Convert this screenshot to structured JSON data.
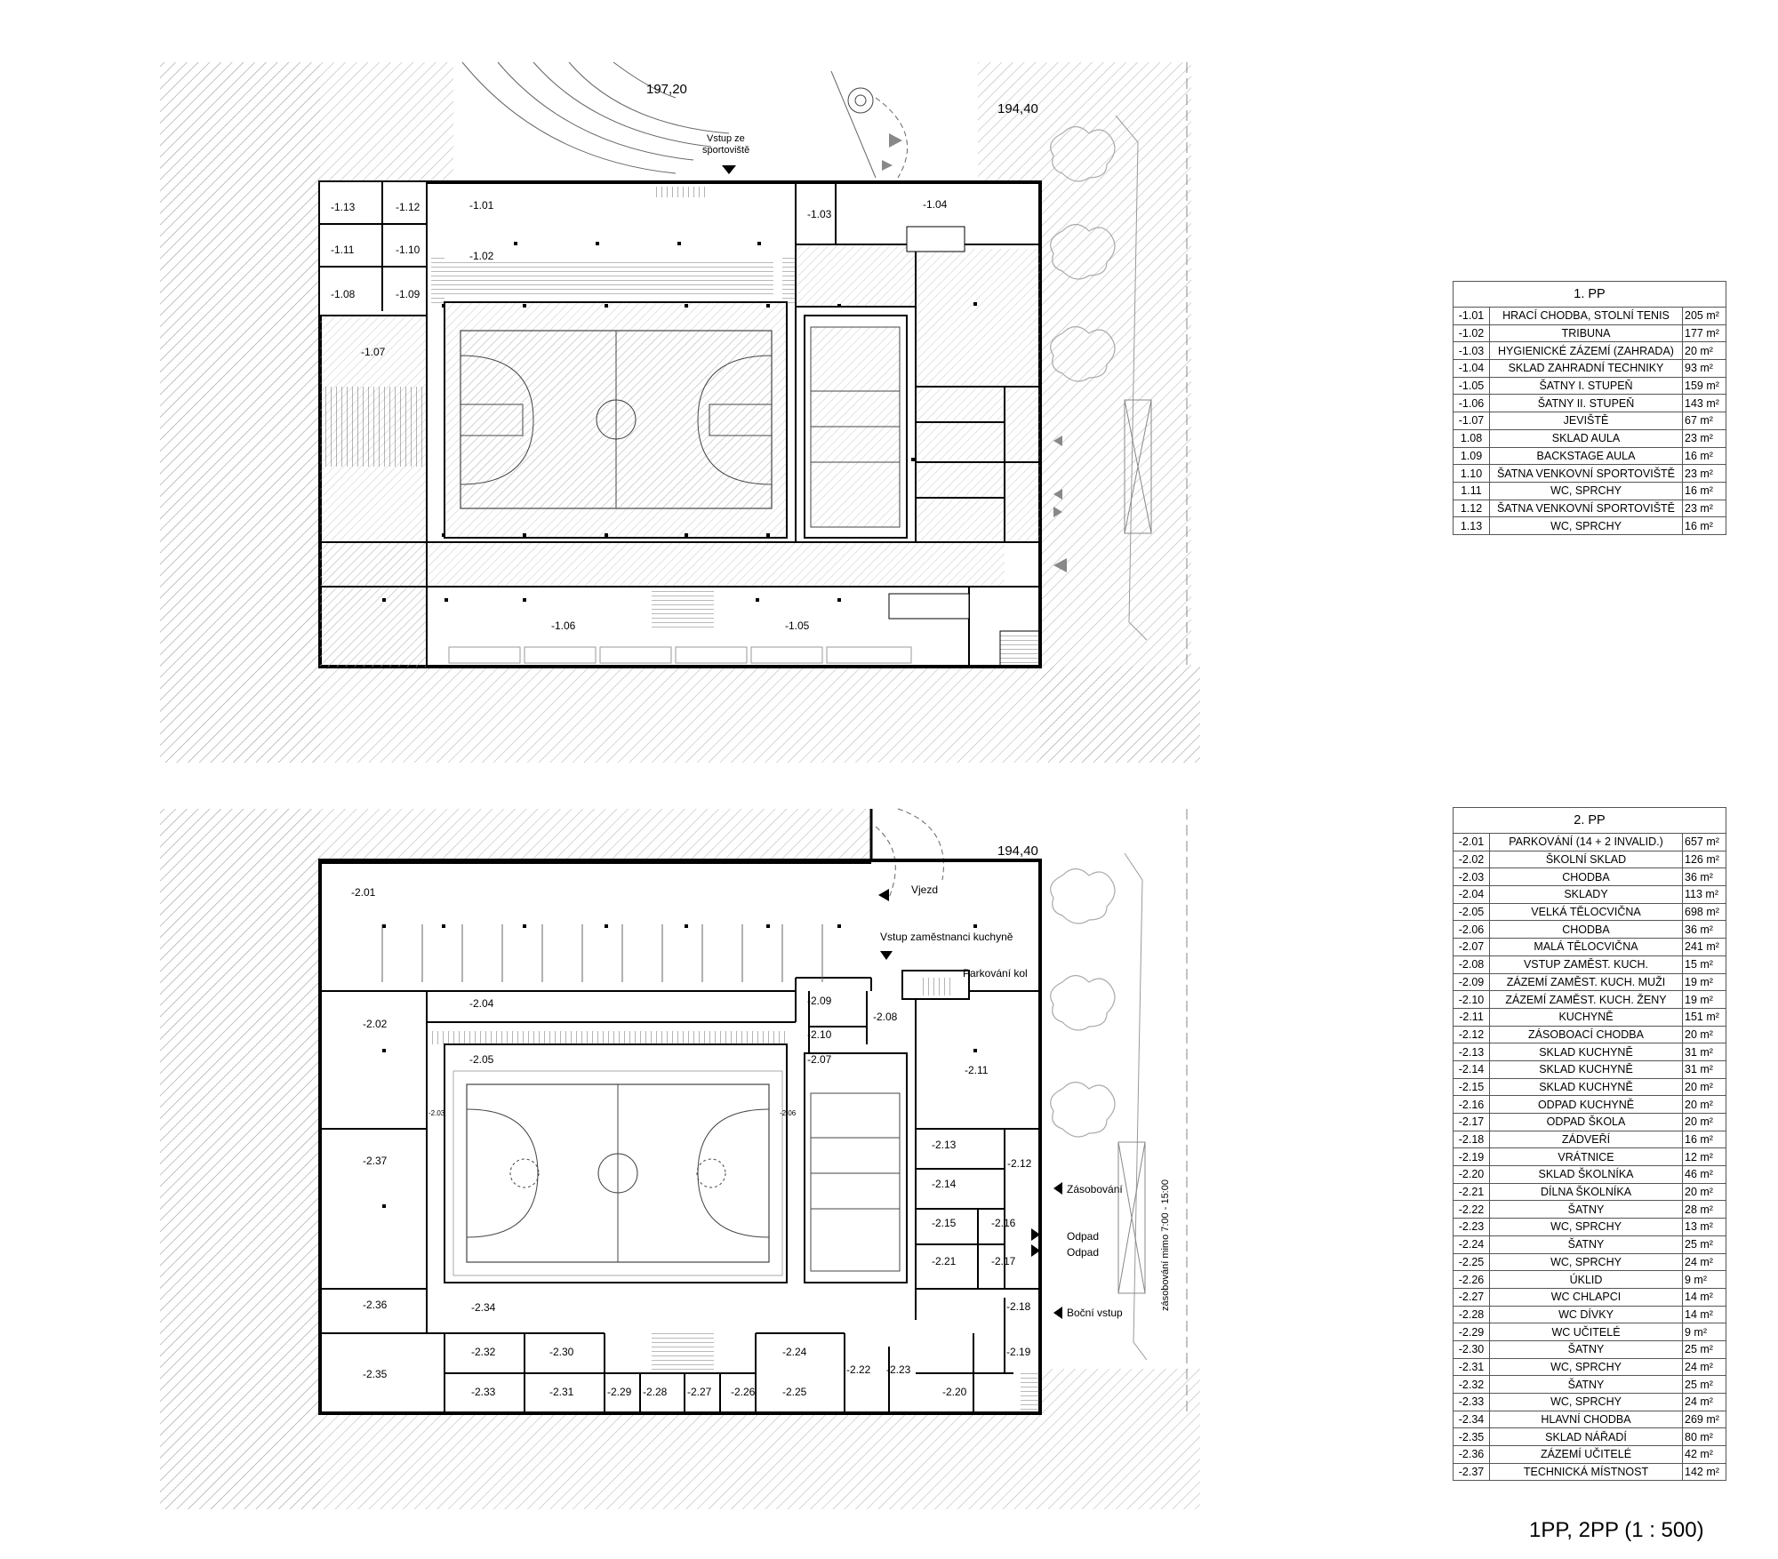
{
  "plan_1pp": {
    "elevation_left": "197,20",
    "elevation_right": "194,40",
    "entry_label": [
      "Vstup ze",
      "sportoviště"
    ],
    "rooms": [
      "-1.13",
      "-1.12",
      "-1.01",
      "-1.03",
      "-1.04",
      "-1.11",
      "-1.10",
      "-1.02",
      "-1.08",
      "-1.09",
      "-1.07",
      "-1.06",
      "-1.05"
    ]
  },
  "plan_2pp": {
    "elevation": "194,40",
    "labels": {
      "vjezd": "Vjezd",
      "vstup_kuchyne": "Vstup zaměstnanci kuchyně",
      "parkovani_kol": "Parkování kol",
      "zasobovani": "Zásobování",
      "odpad1": "Odpad",
      "odpad2": "Odpad",
      "bocni_vstup": "Boční vstup",
      "zasobovani_cas": "zásobování mimo 7:00 - 15:00"
    },
    "rooms": [
      "-2.01",
      "-2.02",
      "-2.04",
      "-2.09",
      "-2.08",
      "-2.10",
      "-2.05",
      "-2.07",
      "-2.11",
      "-2.03",
      "-2.06",
      "-2.37",
      "-2.13",
      "-2.12",
      "-2.14",
      "-2.15",
      "-2.16",
      "-2.21",
      "-2.17",
      "-2.36",
      "-2.34",
      "-2.18",
      "-2.32",
      "-2.30",
      "-2.24",
      "-2.22",
      "-2.23",
      "-2.19",
      "-2.35",
      "-2.33",
      "-2.31",
      "-2.29",
      "-2.28",
      "-2.27",
      "-2.26",
      "-2.25",
      "-2.20"
    ]
  },
  "table_1pp": {
    "title": "1. PP",
    "rows": [
      {
        "code": "-1.01",
        "name": "HRACÍ CHODBA, STOLNÍ TENIS",
        "area": "205 m²"
      },
      {
        "code": "-1.02",
        "name": "TRIBUNA",
        "area": "177 m²"
      },
      {
        "code": "-1.03",
        "name": "HYGIENICKÉ ZÁZEMÍ (ZAHRADA)",
        "area": "20 m²"
      },
      {
        "code": "-1.04",
        "name": "SKLAD ZAHRADNÍ TECHNIKY",
        "area": "93 m²"
      },
      {
        "code": "-1.05",
        "name": "ŠATNY I. STUPEŇ",
        "area": "159 m²"
      },
      {
        "code": "-1.06",
        "name": "ŠATNY II. STUPEŇ",
        "area": "143 m²"
      },
      {
        "code": "-1.07",
        "name": "JEVIŠTĚ",
        "area": "67 m²"
      },
      {
        "code": "1.08",
        "name": "SKLAD AULA",
        "area": "23 m²"
      },
      {
        "code": "1.09",
        "name": "BACKSTAGE AULA",
        "area": "16 m²"
      },
      {
        "code": "1.10",
        "name": "ŠATNA VENKOVNÍ SPORTOVIŠTĚ",
        "area": "23 m²"
      },
      {
        "code": "1.11",
        "name": "WC, SPRCHY",
        "area": "16 m²"
      },
      {
        "code": "1.12",
        "name": "ŠATNA VENKOVNÍ SPORTOVIŠTĚ",
        "area": "23 m²"
      },
      {
        "code": "1.13",
        "name": "WC, SPRCHY",
        "area": "16 m²"
      }
    ]
  },
  "table_2pp": {
    "title": "2. PP",
    "rows": [
      {
        "code": "-2.01",
        "name": "PARKOVÁNÍ (14 + 2 INVALID.)",
        "area": "657 m²"
      },
      {
        "code": "-2.02",
        "name": "ŠKOLNÍ SKLAD",
        "area": "126 m²"
      },
      {
        "code": "-2.03",
        "name": "CHODBA",
        "area": "36 m²"
      },
      {
        "code": "-2.04",
        "name": "SKLADY",
        "area": "113 m²"
      },
      {
        "code": "-2.05",
        "name": "VELKÁ TĚLOCVIČNA",
        "area": "698 m²"
      },
      {
        "code": "-2.06",
        "name": "CHODBA",
        "area": "36 m²"
      },
      {
        "code": "-2.07",
        "name": "MALÁ TĚLOCVIČNA",
        "area": "241 m²"
      },
      {
        "code": "-2.08",
        "name": "VSTUP ZAMĚST. KUCH.",
        "area": "15 m²"
      },
      {
        "code": "-2.09",
        "name": "ZÁZEMÍ ZAMĚST. KUCH. MUŽI",
        "area": "19 m²"
      },
      {
        "code": "-2.10",
        "name": "ZÁZEMÍ ZAMĚST. KUCH. ŽENY",
        "area": "19 m²"
      },
      {
        "code": "-2.11",
        "name": "KUCHYNĚ",
        "area": "151 m²"
      },
      {
        "code": "-2.12",
        "name": "ZÁSOBOACÍ CHODBA",
        "area": "20 m²"
      },
      {
        "code": "-2.13",
        "name": "SKLAD KUCHYNĚ",
        "area": "31 m²"
      },
      {
        "code": "-2.14",
        "name": "SKLAD KUCHYNĚ",
        "area": "31 m²"
      },
      {
        "code": "-2.15",
        "name": "SKLAD KUCHYNĚ",
        "area": "20 m²"
      },
      {
        "code": "-2.16",
        "name": "ODPAD KUCHYNĚ",
        "area": "20 m²"
      },
      {
        "code": "-2.17",
        "name": "ODPAD ŠKOLA",
        "area": "20 m²"
      },
      {
        "code": "-2.18",
        "name": "ZÁDVEŘÍ",
        "area": "16 m²"
      },
      {
        "code": "-2.19",
        "name": "VRÁTNICE",
        "area": "12 m²"
      },
      {
        "code": "-2.20",
        "name": "SKLAD ŠKOLNÍKA",
        "area": "46 m²"
      },
      {
        "code": "-2.21",
        "name": "DÍLNA ŠKOLNÍKA",
        "area": "20 m²"
      },
      {
        "code": "-2.22",
        "name": "ŠATNY",
        "area": "28 m²"
      },
      {
        "code": "-2.23",
        "name": "WC, SPRCHY",
        "area": "13 m²"
      },
      {
        "code": "-2.24",
        "name": "ŠATNY",
        "area": "25 m²"
      },
      {
        "code": "-2.25",
        "name": "WC, SPRCHY",
        "area": "24 m²"
      },
      {
        "code": "-2.26",
        "name": "ÚKLID",
        "area": "9 m²"
      },
      {
        "code": "-2.27",
        "name": "WC CHLAPCI",
        "area": "14 m²"
      },
      {
        "code": "-2.28",
        "name": "WC DÍVKY",
        "area": "14 m²"
      },
      {
        "code": "-2.29",
        "name": "WC UČITELÉ",
        "area": "9 m²"
      },
      {
        "code": "-2.30",
        "name": "ŠATNY",
        "area": "25 m²"
      },
      {
        "code": "-2.31",
        "name": "WC, SPRCHY",
        "area": "24 m²"
      },
      {
        "code": "-2.32",
        "name": "ŠATNY",
        "area": "25 m²"
      },
      {
        "code": "-2.33",
        "name": "WC, SPRCHY",
        "area": "24 m²"
      },
      {
        "code": "-2.34",
        "name": "HLAVNÍ CHODBA",
        "area": "269 m²"
      },
      {
        "code": "-2.35",
        "name": "SKLAD NÁŘADÍ",
        "area": "80 m²"
      },
      {
        "code": "-2.36",
        "name": "ZÁZEMÍ UČITELÉ",
        "area": "42 m²"
      },
      {
        "code": "-2.37",
        "name": "TECHNICKÁ MÍSTNOST",
        "area": "142 m²"
      }
    ]
  },
  "drawing_title": "1PP, 2PP (1 : 500)"
}
